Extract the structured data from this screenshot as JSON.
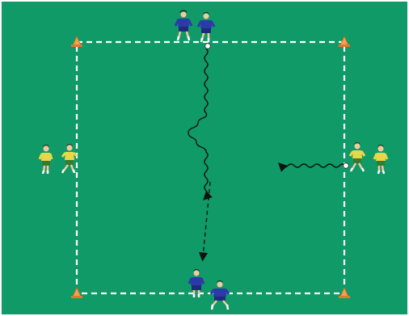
{
  "pitch": {
    "grass_color": "#0f9a67",
    "border_color": "#ffffff",
    "line_color": "#ffffff",
    "cone_color": "#f2a052"
  },
  "players": [
    {
      "team": "blue",
      "pose": "standing",
      "role": "top-left"
    },
    {
      "team": "blue",
      "pose": "dribbling",
      "role": "top-right-with-ball"
    },
    {
      "team": "yellow",
      "pose": "standing",
      "role": "left-outer"
    },
    {
      "team": "yellow",
      "pose": "running",
      "role": "left-inner"
    },
    {
      "team": "yellow",
      "pose": "dribbling",
      "role": "right-inner-with-ball"
    },
    {
      "team": "yellow",
      "pose": "standing",
      "role": "right-outer"
    },
    {
      "team": "blue",
      "pose": "standing",
      "role": "bottom-back"
    },
    {
      "team": "blue",
      "pose": "crouching",
      "role": "bottom-front"
    }
  ],
  "colors": {
    "blue_shirt": "#2b3aa8",
    "blue_shorts": "#1f2b7a",
    "yellow_shirt": "#e6d84a",
    "yellow_shorts": "#3a7a30",
    "skin": "#f4c9a0",
    "sock_white": "#ffffff",
    "arrow": "#111111"
  }
}
